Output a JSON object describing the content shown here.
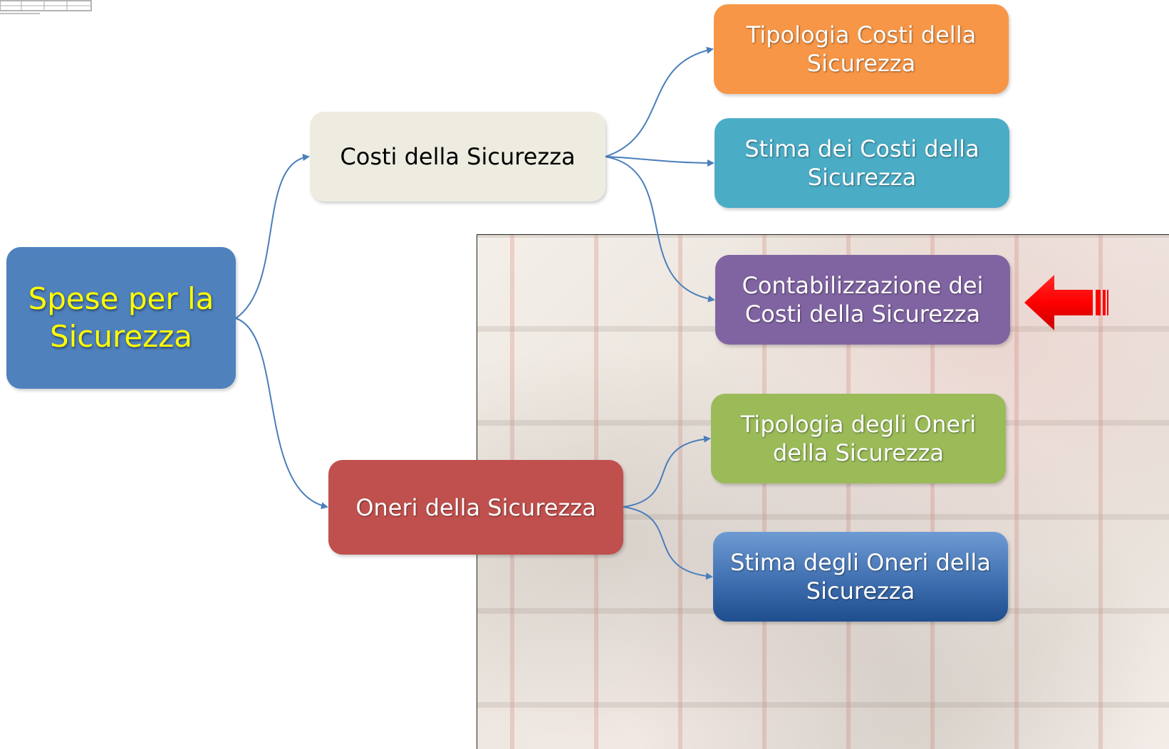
{
  "diagram": {
    "root": {
      "line1": "Spese per la",
      "line2": "Sicurezza"
    },
    "branch_costi": {
      "label": "Costi della Sicurezza"
    },
    "branch_oneri": {
      "label": "Oneri della Sicurezza"
    },
    "leaves": [
      {
        "line1": "Tipologia Costi della",
        "line2": "Sicurezza"
      },
      {
        "line1": "Stima dei Costi della",
        "line2": "Sicurezza"
      },
      {
        "line1": "Contabilizzazione dei",
        "line2": "Costi della Sicurezza"
      },
      {
        "line1": "Tipologia degli Oneri",
        "line2": "della Sicurezza"
      },
      {
        "line1": "Stima degli Oneri della",
        "line2": "Sicurezza"
      }
    ]
  },
  "colors": {
    "root": "#4f81bd",
    "root_text": "#ffff00",
    "costi": "#eeece1",
    "oneri": "#c0504d",
    "leaf_1": "#f79646",
    "leaf_2": "#4bacc6",
    "leaf_3": "#8064a2",
    "leaf_4": "#9bbb59",
    "leaf_5": "#2f5f9f",
    "connector": "#4a7ebb",
    "pointer_arrow": "#ff0000"
  },
  "icons": {
    "pointer": "red-left-arrow-icon",
    "logo": "logo-icon"
  }
}
